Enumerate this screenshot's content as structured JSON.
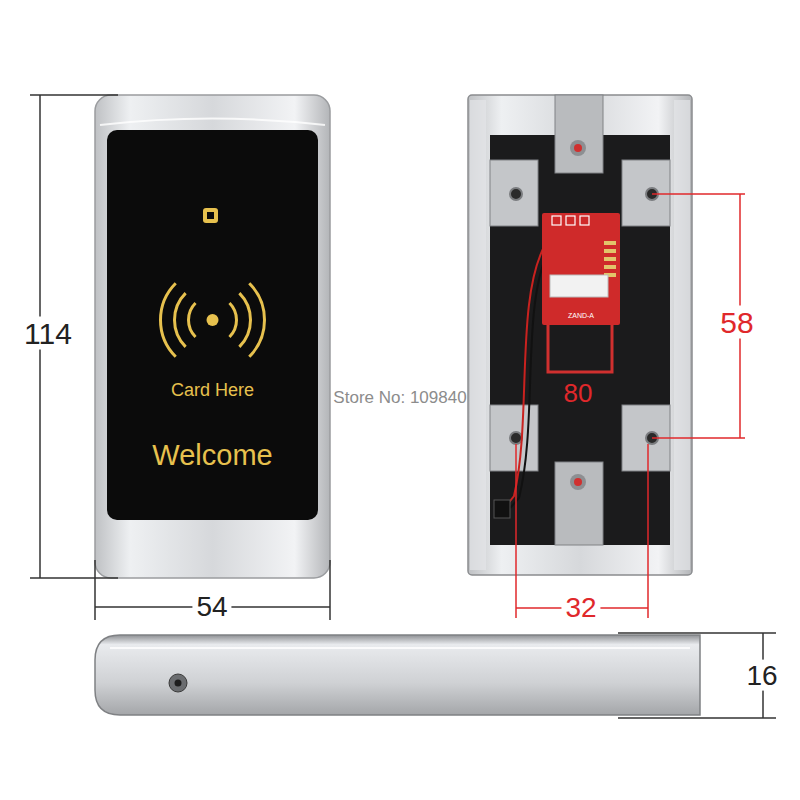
{
  "diagram": {
    "nodes": [
      {
        "text": [
          "Card Here",
          "Welcome"
        ]
      },
      {
        "text": [
          "ZAND-A"
        ]
      }
    ],
    "labels": [
      "114",
      "54",
      "58",
      "80",
      "32",
      "16",
      "Store No: 109840"
    ]
  }
}
